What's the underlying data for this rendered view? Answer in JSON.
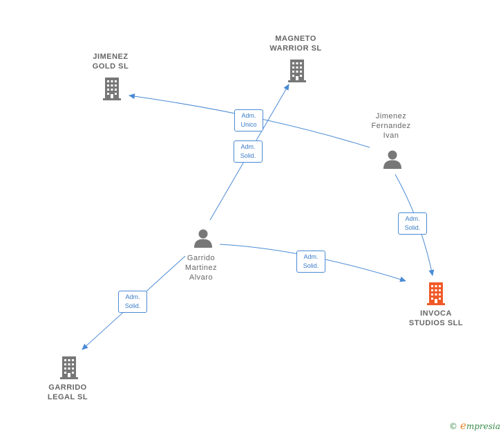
{
  "nodes": {
    "magneto": {
      "label": "MAGNETO\nWARRIOR  SL",
      "icon": "building-icon",
      "color": "#777777"
    },
    "jimenez_gold": {
      "label": "JIMENEZ\nGOLD  SL",
      "icon": "building-icon",
      "color": "#777777"
    },
    "jimenez_ivan": {
      "label": "Jimenez\nFernandez\nIvan",
      "icon": "person-icon",
      "color": "#777777"
    },
    "garrido_alvaro": {
      "label": "Garrido\nMartinez\nAlvaro",
      "icon": "person-icon",
      "color": "#777777"
    },
    "invoca": {
      "label": "INVOCA\nSTUDIOS  SLL",
      "icon": "building-icon",
      "color": "#f05a28"
    },
    "garrido_legal": {
      "label": "GARRIDO\nLEGAL  SL",
      "icon": "building-icon",
      "color": "#777777"
    }
  },
  "edges": [
    {
      "from": "jimenez_ivan",
      "to": "jimenez_gold",
      "label": "Adm.\nUnico"
    },
    {
      "from": "garrido_alvaro",
      "to": "magneto",
      "label": "Adm.\nSolid."
    },
    {
      "from": "jimenez_ivan",
      "to": "invoca",
      "label": "Adm.\nSolid."
    },
    {
      "from": "garrido_alvaro",
      "to": "invoca",
      "label": "Adm.\nSolid."
    },
    {
      "from": "garrido_alvaro",
      "to": "garrido_legal",
      "label": "Adm.\nSolid."
    }
  ],
  "colors": {
    "edge": "#4a8ad4",
    "text": "#666666",
    "accent": "#f05a28"
  },
  "footer": {
    "copyright": "©",
    "brand_initial": "e",
    "brand_rest": "mpresia"
  }
}
